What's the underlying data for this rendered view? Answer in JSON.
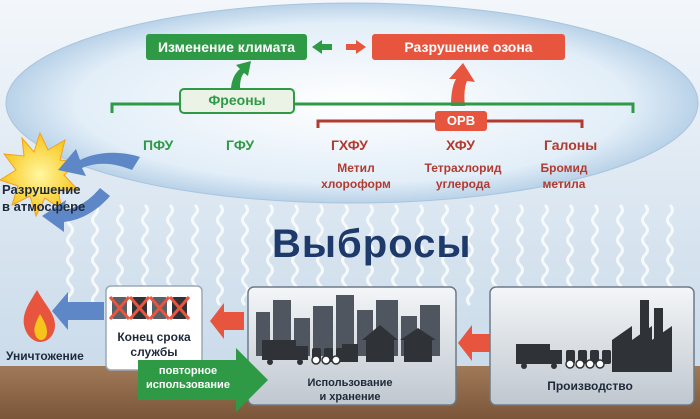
{
  "top": {
    "climate_change": "Изменение климата",
    "ozone_destruction": "Разрушение озона"
  },
  "groups": {
    "freons": "Фреоны",
    "ods": "ОРВ"
  },
  "substances": {
    "pfc": "ПФУ",
    "hfc": "ГФУ",
    "hcfc": "ГХФУ",
    "cfc": "ХФУ",
    "halons": "Галоны",
    "methyl_chloroform": [
      "Метил",
      "хлороформ"
    ],
    "carbon_tetrachloride": [
      "Тетрахлорид",
      "углерода"
    ],
    "methyl_bromide": [
      "Бромид",
      "метила"
    ]
  },
  "atmosphere": [
    "Разрушение",
    "в атмосфере"
  ],
  "emissions": "Выбросы",
  "lifecycle": {
    "destruction": "Уничтожение",
    "end_of_life": [
      "Конец срока",
      "службы"
    ],
    "reuse": [
      "повторное",
      "использование"
    ],
    "use_storage": [
      "Использование",
      "и хранение"
    ],
    "production": "Производство"
  },
  "colors": {
    "green": "#2e9a45",
    "red": "#e8553f",
    "dark_red": "#b23a2f",
    "navy": "#1e3a6b",
    "arrow_blue": "#5d87c6"
  }
}
